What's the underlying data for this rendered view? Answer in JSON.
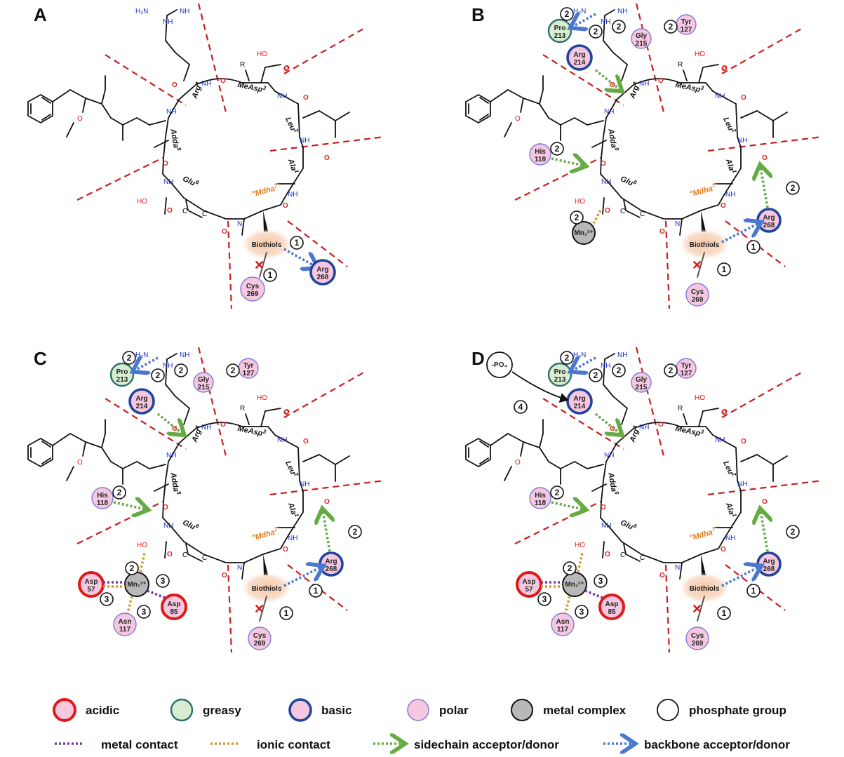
{
  "colors": {
    "cut_line": "#c81e1e",
    "metal_contact": "#7a3aa8",
    "ionic_contact": "#c8a030",
    "sidechain": "#66aa44",
    "backbone": "#4a78d0",
    "acidic_ring": "#e01818",
    "greasy_ring": "#2a6f6f",
    "basic_ring": "#22449a",
    "polar_ring": "#7a7ad8",
    "polar_fill": "#f5c8e0",
    "greasy_fill": "#d8ecd0",
    "metal_fill": "#b8b8b8",
    "biothiols_fill": "#f6c8a8"
  },
  "molecule": {
    "residues": [
      "Arg",
      "MeAsp",
      "Leu",
      "Ala",
      "\"Mdha",
      "Glu",
      "Adda"
    ],
    "superscripts": [
      "4",
      "3",
      "2",
      "1",
      "7\"",
      "6",
      "5"
    ],
    "atoms": {
      "guanidine_nh2": "H₂N",
      "guanidine_nh": "NH",
      "nh": "NH",
      "n": "N",
      "o": "O",
      "ho": "HO",
      "r": "R",
      "c": "C",
      "ome": "O"
    }
  },
  "panels": [
    {
      "label": "A",
      "biothiols": "Biothiols",
      "nodes": [
        {
          "id": "cys269",
          "text": [
            "Cys",
            "269"
          ],
          "kind": "polar"
        },
        {
          "id": "arg268",
          "text": [
            "Arg",
            "268"
          ],
          "kind": "basic"
        }
      ],
      "numbers": [
        "1",
        "1"
      ]
    },
    {
      "label": "B",
      "biothiols": "Biothiols",
      "nodes": [
        {
          "id": "pro213",
          "text": [
            "Pro",
            "213"
          ],
          "kind": "greasy"
        },
        {
          "id": "arg214",
          "text": [
            "Arg",
            "214"
          ],
          "kind": "basic"
        },
        {
          "id": "gly215",
          "text": [
            "Gly",
            "215"
          ],
          "kind": "polar"
        },
        {
          "id": "tyr127",
          "text": [
            "Tyr",
            "127"
          ],
          "kind": "polar"
        },
        {
          "id": "his118",
          "text": [
            "His",
            "118"
          ],
          "kind": "polar"
        },
        {
          "id": "mn",
          "text": [
            "Mn₁²⁺"
          ],
          "kind": "metal"
        },
        {
          "id": "arg268",
          "text": [
            "Arg",
            "268"
          ],
          "kind": "basic"
        },
        {
          "id": "cys269",
          "text": [
            "Cys",
            "269"
          ],
          "kind": "polar"
        }
      ],
      "numbers": [
        "2",
        "2",
        "2",
        "2",
        "2",
        "2",
        "1",
        "1"
      ]
    },
    {
      "label": "C",
      "biothiols": "Biothiols",
      "nodes": [
        {
          "id": "pro213",
          "text": [
            "Pro",
            "213"
          ],
          "kind": "greasy"
        },
        {
          "id": "arg214",
          "text": [
            "Arg",
            "214"
          ],
          "kind": "basic"
        },
        {
          "id": "gly215",
          "text": [
            "Gly",
            "215"
          ],
          "kind": "polar"
        },
        {
          "id": "tyr127",
          "text": [
            "Tyr",
            "127"
          ],
          "kind": "polar"
        },
        {
          "id": "his118",
          "text": [
            "His",
            "118"
          ],
          "kind": "polar"
        },
        {
          "id": "mn",
          "text": [
            "Mn₁²⁺"
          ],
          "kind": "metal"
        },
        {
          "id": "asp57",
          "text": [
            "Asp",
            "57"
          ],
          "kind": "acidic"
        },
        {
          "id": "asp85",
          "text": [
            "Asp",
            "85"
          ],
          "kind": "acidic"
        },
        {
          "id": "asn117",
          "text": [
            "Asn",
            "117"
          ],
          "kind": "polar"
        },
        {
          "id": "arg268",
          "text": [
            "Arg",
            "268"
          ],
          "kind": "basic"
        },
        {
          "id": "cys269",
          "text": [
            "Cys",
            "269"
          ],
          "kind": "polar"
        }
      ],
      "numbers": [
        "2",
        "2",
        "2",
        "2",
        "2",
        "2",
        "3",
        "3",
        "3",
        "1",
        "1"
      ]
    },
    {
      "label": "D",
      "biothiols": "Biothiols",
      "phosphate": "-PO₄",
      "nodes": [
        {
          "id": "po4",
          "text": [
            "-PO₄"
          ],
          "kind": "phosphate"
        },
        {
          "id": "pro213",
          "text": [
            "Pro",
            "213"
          ],
          "kind": "greasy"
        },
        {
          "id": "arg214",
          "text": [
            "Arg",
            "214"
          ],
          "kind": "basic"
        },
        {
          "id": "gly215",
          "text": [
            "Gly",
            "215"
          ],
          "kind": "polar"
        },
        {
          "id": "tyr127",
          "text": [
            "Tyr",
            "127"
          ],
          "kind": "polar"
        },
        {
          "id": "his118",
          "text": [
            "His",
            "118"
          ],
          "kind": "polar"
        },
        {
          "id": "mn",
          "text": [
            "Mn₁²⁺"
          ],
          "kind": "metal"
        },
        {
          "id": "asp57",
          "text": [
            "Asp",
            "57"
          ],
          "kind": "acidic"
        },
        {
          "id": "asp85",
          "text": [
            "Asp",
            "85"
          ],
          "kind": "acidic"
        },
        {
          "id": "asn117",
          "text": [
            "Asn",
            "117"
          ],
          "kind": "polar"
        },
        {
          "id": "arg268",
          "text": [
            "Arg",
            "268"
          ],
          "kind": "basic"
        },
        {
          "id": "cys269",
          "text": [
            "Cys",
            "269"
          ],
          "kind": "polar"
        }
      ],
      "numbers": [
        "4",
        "2",
        "2",
        "2",
        "2",
        "2",
        "2",
        "3",
        "3",
        "3",
        "1",
        "1"
      ]
    }
  ],
  "legend": {
    "circles": [
      {
        "kind": "acidic",
        "label": "acidic"
      },
      {
        "kind": "greasy",
        "label": "greasy"
      },
      {
        "kind": "basic",
        "label": "basic"
      },
      {
        "kind": "polar",
        "label": "polar"
      },
      {
        "kind": "metal",
        "label": "metal complex"
      },
      {
        "kind": "phosphate",
        "label": "phosphate group"
      }
    ],
    "lines": [
      {
        "kind": "metal",
        "label": "metal contact"
      },
      {
        "kind": "ionic",
        "label": "ionic contact"
      },
      {
        "kind": "sidechain",
        "label": "sidechain acceptor/donor"
      },
      {
        "kind": "backbone",
        "label": "backbone acceptor/donor"
      }
    ]
  }
}
